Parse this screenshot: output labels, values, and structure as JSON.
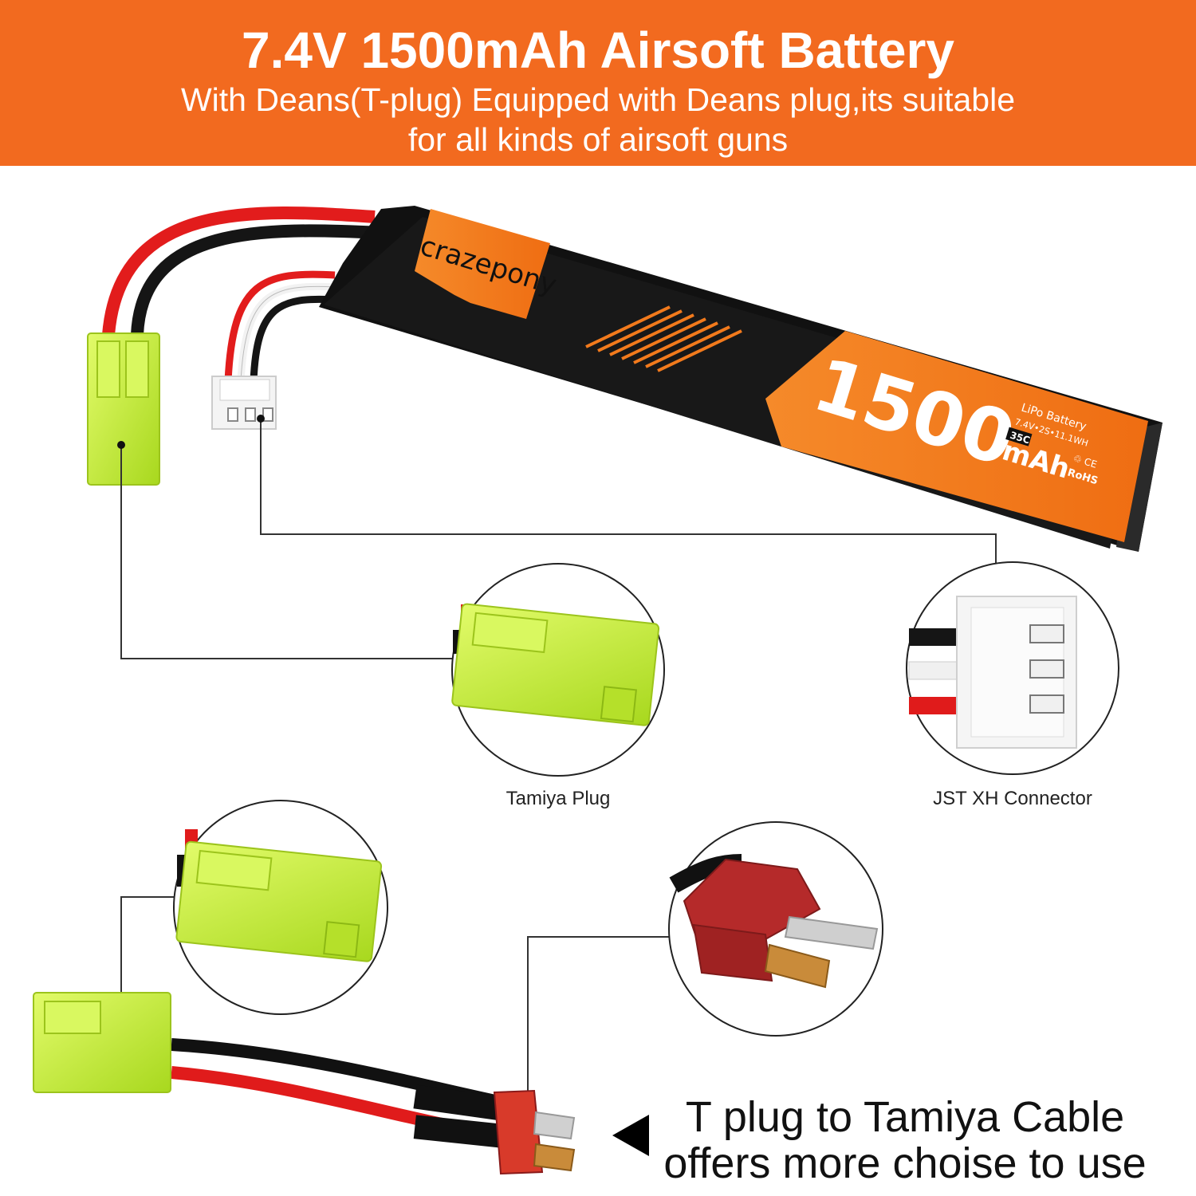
{
  "banner": {
    "title": "7.4V 1500mAh Airsoft Battery",
    "subtitle_line1": "With Deans(T-plug) Equipped with Deans plug,its suitable",
    "subtitle_line2": "for all kinds of airsoft guns"
  },
  "battery_label": {
    "brand": "crazepony",
    "capacity": "1500",
    "unit": "mAh",
    "type": "LiPo Battery",
    "spec": "7.4V•2S•11.1WH",
    "discharge": "35C",
    "cert": "RoHS",
    "marks": "♲ CE"
  },
  "callouts": {
    "tamiya": "Tamiya Plug",
    "jst": "JST XH Connector"
  },
  "cable_caption": {
    "line1": "T plug to Tamiya Cable",
    "line2": "offers more choise to use"
  },
  "colors": {
    "banner": "#f26a1f",
    "battery_body": "#111111",
    "battery_accent": "#f27a1c",
    "tamiya_plug": "#c8ee3a",
    "deans_plug": "#b52a2a",
    "wire_red": "#e01b1b"
  }
}
